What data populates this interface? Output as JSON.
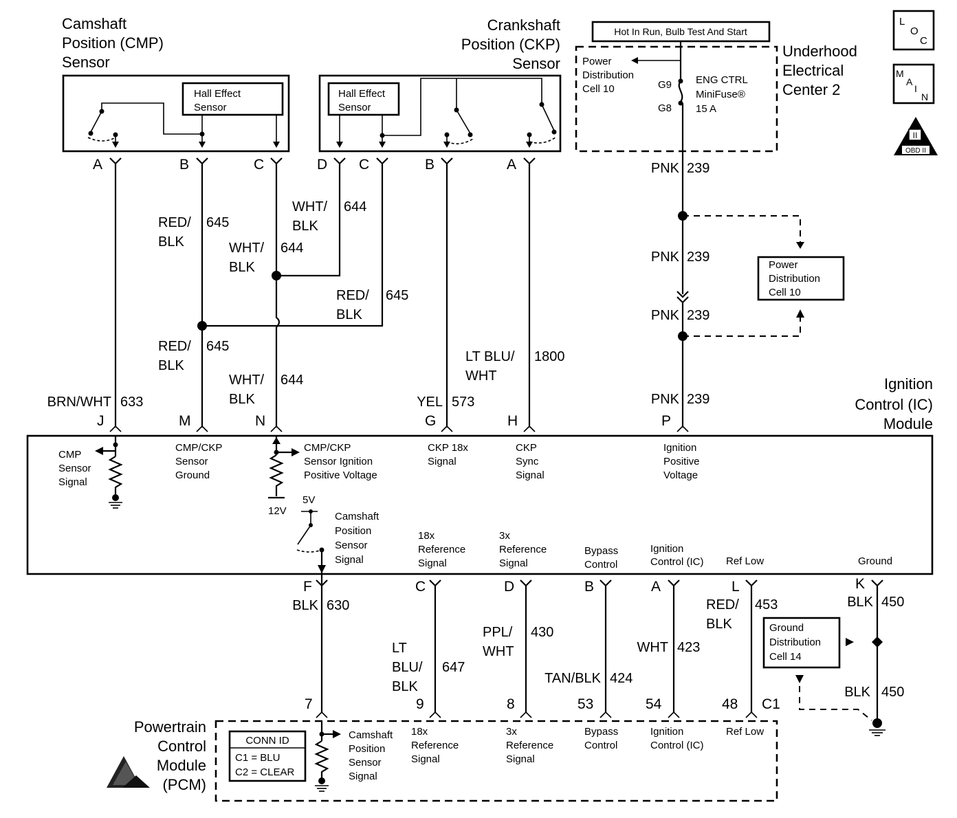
{
  "components": {
    "cmp_sensor": [
      "Camshaft",
      "Position (CMP)",
      "Sensor"
    ],
    "ckp_sensor": [
      "Crankshaft",
      "Position (CKP)",
      "Sensor"
    ],
    "hall_effect": [
      "Hall Effect",
      "Sensor"
    ],
    "uec": [
      "Underhood",
      "Electrical",
      "Center 2"
    ],
    "hot_label": "Hot In Run, Bulb Test And Start",
    "pdc_top": [
      "Power",
      "Distribution",
      "Cell 10"
    ],
    "fuse": [
      "ENG CTRL",
      "MiniFuse®",
      "15 A"
    ],
    "fuse_pins": [
      "G9",
      "G8"
    ],
    "pdc_right": [
      "Power",
      "Distribution",
      "Cell 10"
    ],
    "ic_module": [
      "Ignition",
      "Control (IC)",
      "Module"
    ],
    "pcm": [
      "Powertrain",
      "Control",
      "Module",
      "(PCM)"
    ],
    "gdc": [
      "Ground",
      "Distribution",
      "Cell 14"
    ],
    "conn_id": {
      "title": "CONN ID",
      "c1": "C1 = BLU",
      "c2": "C2 = CLEAR"
    },
    "icons": {
      "loc": [
        "L",
        "O",
        "C"
      ],
      "main": [
        "M",
        "A",
        "I",
        "N"
      ],
      "obd": [
        "II",
        "OBD II"
      ]
    }
  },
  "pins": {
    "cmp": [
      "A",
      "B",
      "C"
    ],
    "ckp": [
      "D",
      "C",
      "B",
      "A"
    ],
    "ic_top": [
      "J",
      "M",
      "N",
      "G",
      "H",
      "P"
    ],
    "ic_bottom": [
      "F",
      "C",
      "D",
      "B",
      "A",
      "L",
      "K"
    ],
    "pcm": [
      "7",
      "9",
      "8",
      "53",
      "54",
      "48"
    ],
    "pcm_connector": "C1"
  },
  "wires": {
    "red_blk_645": [
      "RED/",
      "BLK",
      "645"
    ],
    "wht_blk_644": [
      "WHT/",
      "BLK",
      "644"
    ],
    "brn_wht_633": [
      "BRN/WHT",
      "633"
    ],
    "yel_573": [
      "YEL",
      "573"
    ],
    "lt_blu_wht_1800": [
      "LT BLU/",
      "WHT",
      "1800"
    ],
    "pnk_239": [
      "PNK",
      "239"
    ],
    "blk_630": [
      "BLK",
      "630"
    ],
    "lt_blu_blk_647": [
      "LT",
      "BLU/",
      "BLK",
      "647"
    ],
    "ppl_wht_430": [
      "PPL/",
      "WHT",
      "430"
    ],
    "tan_blk_424": [
      "TAN/BLK",
      "424"
    ],
    "wht_423": [
      "WHT",
      "423"
    ],
    "red_blk_453": [
      "RED/",
      "BLK",
      "453"
    ],
    "blk_450": [
      "BLK",
      "450"
    ]
  },
  "ic_signals": {
    "cmp_signal": [
      "CMP",
      "Sensor",
      "Signal"
    ],
    "ground": [
      "CMP/CKP",
      "Sensor",
      "Ground"
    ],
    "positive": [
      "CMP/CKP",
      "Sensor Ignition",
      "Positive Voltage"
    ],
    "volt_12": "12V",
    "volt_5": "5V",
    "ckp18": [
      "CKP 18x",
      "Signal"
    ],
    "ckp_sync": [
      "CKP",
      "Sync",
      "Signal"
    ],
    "ign_pos": [
      "Ignition",
      "Positive",
      "Voltage"
    ],
    "cam_pos": [
      "Camshaft",
      "Position",
      "Sensor",
      "Signal"
    ],
    "ref18": [
      "18x",
      "Reference",
      "Signal"
    ],
    "ref3": [
      "3x",
      "Reference",
      "Signal"
    ],
    "bypass": [
      "Bypass",
      "Control"
    ],
    "ign_ctrl": [
      "Ignition",
      "Control (IC)"
    ],
    "ref_low": "Ref Low",
    "ground_r": "Ground"
  },
  "pcm_signals": {
    "cam_pos": [
      "Camshaft",
      "Position",
      "Sensor",
      "Signal"
    ],
    "ref18": [
      "18x",
      "Reference",
      "Signal"
    ],
    "ref3": [
      "3x",
      "Reference",
      "Signal"
    ],
    "bypass": [
      "Bypass",
      "Control"
    ],
    "ign_ctrl": [
      "Ignition",
      "Control (IC)"
    ],
    "ref_low": "Ref Low"
  }
}
